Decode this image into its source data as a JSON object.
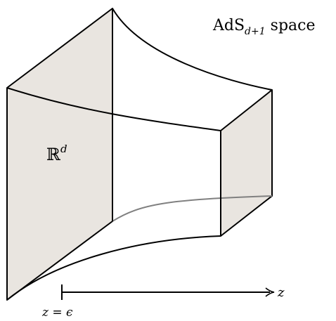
{
  "title": {
    "main": "AdS",
    "subscript": "d+1",
    "suffix": " space"
  },
  "boundary_label": {
    "base": "ℝ",
    "superscript": "d"
  },
  "axis": {
    "label": "z",
    "origin_label": "z = ϵ"
  },
  "colors": {
    "face_fill": "#e9e5e0",
    "edge": "#000000",
    "hidden_edge": "#808080"
  }
}
